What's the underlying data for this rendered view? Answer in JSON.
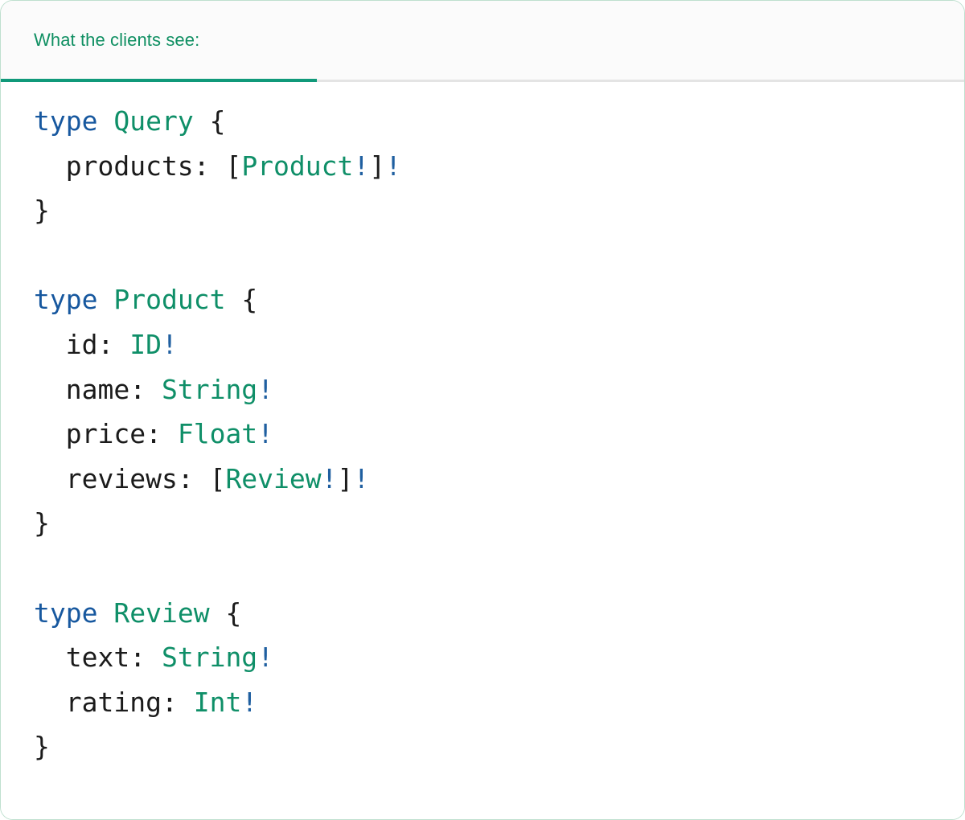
{
  "card": {
    "border_color": "#bfe0cf",
    "background": "#ffffff"
  },
  "header": {
    "background": "#fbfbfb",
    "divider_color": "#e4e4e4",
    "active_tab": "What the clients see:",
    "tabs": [
      {
        "label": "What the clients see:",
        "active": true
      }
    ],
    "underline_color": "#10997a",
    "title_color": "#0f8f62"
  },
  "code": {
    "language": "graphql",
    "syntax_colors": {
      "keyword": "#17589f",
      "type": "#0f8f68",
      "field": "#1b1b1b",
      "punctuation": "#1b1b1b",
      "non_null": "#1f5fa0"
    },
    "plain_text": "type Query {\n  products: [Product!]!\n}\n\ntype Product {\n  id: ID!\n  name: String!\n  price: Float!\n  reviews: [Review!]!\n}\n\ntype Review {\n  text: String!\n  rating: Int!\n}",
    "lines": [
      {
        "tokens": [
          {
            "t": "type",
            "k": "kw"
          },
          {
            "t": " ",
            "k": "punct"
          },
          {
            "t": "Query",
            "k": "type"
          },
          {
            "t": " ",
            "k": "punct"
          },
          {
            "t": "{",
            "k": "punct"
          }
        ]
      },
      {
        "tokens": [
          {
            "t": "  products",
            "k": "field"
          },
          {
            "t": ": ",
            "k": "punct"
          },
          {
            "t": "[",
            "k": "punct"
          },
          {
            "t": "Product",
            "k": "type"
          },
          {
            "t": "!",
            "k": "bang"
          },
          {
            "t": "]",
            "k": "punct"
          },
          {
            "t": "!",
            "k": "bang"
          }
        ]
      },
      {
        "tokens": [
          {
            "t": "}",
            "k": "punct"
          }
        ]
      },
      {
        "tokens": [
          {
            "t": "",
            "k": "punct"
          }
        ]
      },
      {
        "tokens": [
          {
            "t": "type",
            "k": "kw"
          },
          {
            "t": " ",
            "k": "punct"
          },
          {
            "t": "Product",
            "k": "type"
          },
          {
            "t": " ",
            "k": "punct"
          },
          {
            "t": "{",
            "k": "punct"
          }
        ]
      },
      {
        "tokens": [
          {
            "t": "  id",
            "k": "field"
          },
          {
            "t": ": ",
            "k": "punct"
          },
          {
            "t": "ID",
            "k": "type"
          },
          {
            "t": "!",
            "k": "bang"
          }
        ]
      },
      {
        "tokens": [
          {
            "t": "  name",
            "k": "field"
          },
          {
            "t": ": ",
            "k": "punct"
          },
          {
            "t": "String",
            "k": "type"
          },
          {
            "t": "!",
            "k": "bang"
          }
        ]
      },
      {
        "tokens": [
          {
            "t": "  price",
            "k": "field"
          },
          {
            "t": ": ",
            "k": "punct"
          },
          {
            "t": "Float",
            "k": "type"
          },
          {
            "t": "!",
            "k": "bang"
          }
        ]
      },
      {
        "tokens": [
          {
            "t": "  reviews",
            "k": "field"
          },
          {
            "t": ": ",
            "k": "punct"
          },
          {
            "t": "[",
            "k": "punct"
          },
          {
            "t": "Review",
            "k": "type"
          },
          {
            "t": "!",
            "k": "bang"
          },
          {
            "t": "]",
            "k": "punct"
          },
          {
            "t": "!",
            "k": "bang"
          }
        ]
      },
      {
        "tokens": [
          {
            "t": "}",
            "k": "punct"
          }
        ]
      },
      {
        "tokens": [
          {
            "t": "",
            "k": "punct"
          }
        ]
      },
      {
        "tokens": [
          {
            "t": "type",
            "k": "kw"
          },
          {
            "t": " ",
            "k": "punct"
          },
          {
            "t": "Review",
            "k": "type"
          },
          {
            "t": " ",
            "k": "punct"
          },
          {
            "t": "{",
            "k": "punct"
          }
        ]
      },
      {
        "tokens": [
          {
            "t": "  text",
            "k": "field"
          },
          {
            "t": ": ",
            "k": "punct"
          },
          {
            "t": "String",
            "k": "type"
          },
          {
            "t": "!",
            "k": "bang"
          }
        ]
      },
      {
        "tokens": [
          {
            "t": "  rating",
            "k": "field"
          },
          {
            "t": ": ",
            "k": "punct"
          },
          {
            "t": "Int",
            "k": "type"
          },
          {
            "t": "!",
            "k": "bang"
          }
        ]
      },
      {
        "tokens": [
          {
            "t": "}",
            "k": "punct"
          }
        ]
      }
    ]
  }
}
